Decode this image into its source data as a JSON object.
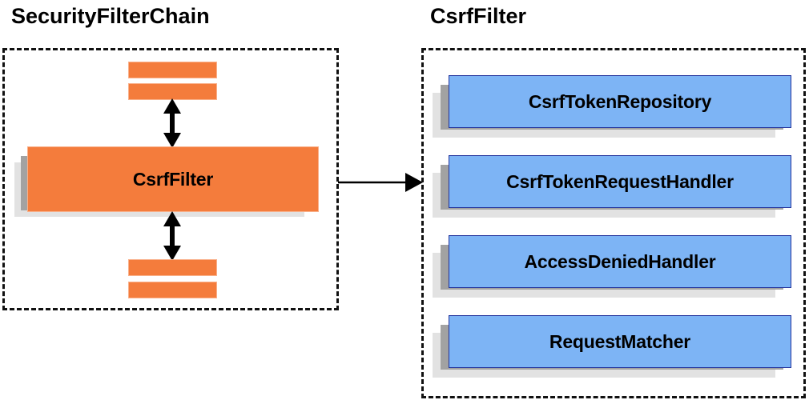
{
  "diagram": {
    "title_left": "SecurityFilterChain",
    "title_right": "CsrfFilter",
    "colors": {
      "orange_fill": "#f47c3c",
      "orange_border": "#f9b08a",
      "blue_fill": "#7db4f5",
      "blue_border": "#23339c",
      "shadow_mid": "#a2a2a2",
      "shadow_light": "#e2e2e2",
      "line": "#000000",
      "background": "#ffffff"
    }
  },
  "left_panel": {
    "label": "SecurityFilterChain",
    "main_component": "CsrfFilter",
    "filters_above": [
      "",
      ""
    ],
    "filters_below": [
      "",
      ""
    ],
    "arrow_up_label": "",
    "arrow_down_label": ""
  },
  "right_panel": {
    "label": "CsrfFilter",
    "components": [
      {
        "label": "CsrfTokenRepository"
      },
      {
        "label": "CsrfTokenRequestHandler"
      },
      {
        "label": "AccessDeniedHandler"
      },
      {
        "label": "RequestMatcher"
      }
    ]
  },
  "connector": {
    "from": "CsrfFilter",
    "to": "CsrfFilter detail panel",
    "label": ""
  }
}
